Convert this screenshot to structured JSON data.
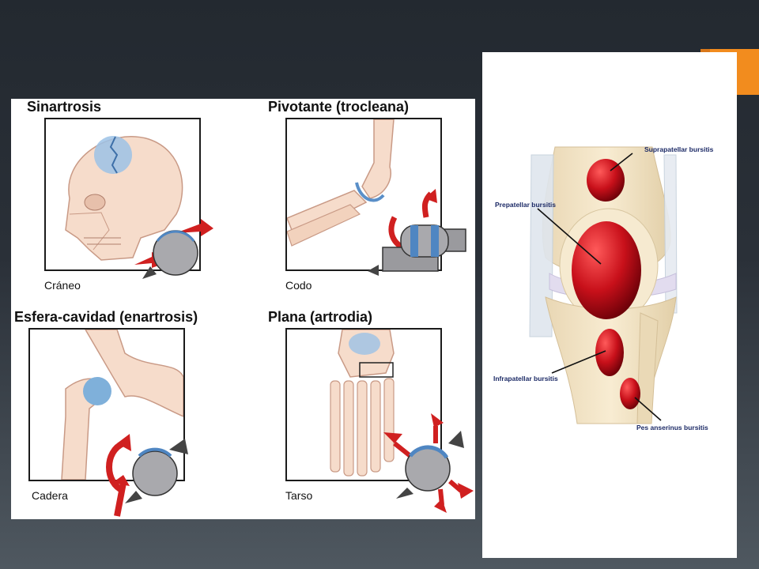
{
  "colors": {
    "accent": "#f28c1e",
    "bone": "#f3d6c2",
    "cartilage": "#7fb0da",
    "arrow": "#d02020",
    "bursa": "#c8101a",
    "label_text": "#1c2a66"
  },
  "joints": [
    {
      "title": "Sinartrosis",
      "caption": "Cráneo",
      "icon": "skull-icon"
    },
    {
      "title": "Pivotante (trocleana)",
      "caption": "Codo",
      "icon": "elbow-icon"
    },
    {
      "title": "Esfera-cavidad (enartrosis)",
      "caption": "Cadera",
      "icon": "hip-icon"
    },
    {
      "title": "Plana (artrodia)",
      "caption": "Tarso",
      "icon": "foot-icon"
    }
  ],
  "knee": {
    "labels": {
      "suprapatellar": "Suprapatellar bursitis",
      "prepatellar": "Prepatellar bursitis",
      "infrapatellar": "Infrapatellar bursitis",
      "pes_anserinus": "Pes anserinus bursitis"
    }
  }
}
